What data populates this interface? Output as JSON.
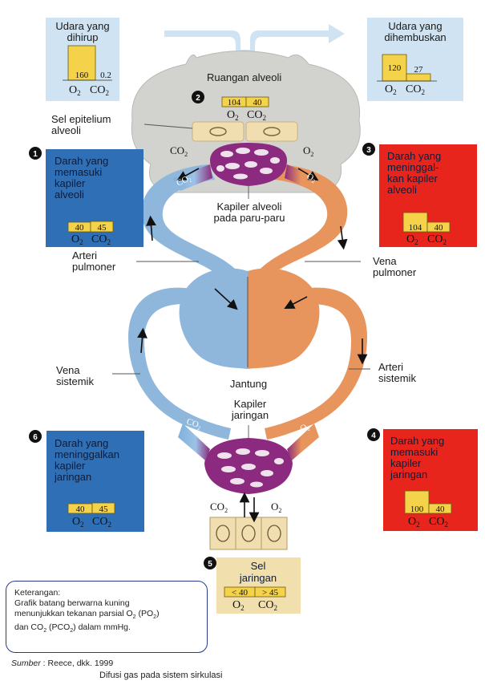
{
  "labels": {
    "inhaled_air": [
      "Udara yang",
      "dihirup"
    ],
    "exhaled_air": [
      "Udara yang",
      "dihembuskan"
    ],
    "alveolar_space": "Ruangan  alveoli",
    "epithelial_cell": [
      "Sel epitelium",
      "alveoli"
    ],
    "alveolar_capillary": [
      "Kapiler alveoli",
      "pada paru-paru"
    ],
    "pulmonary_artery": [
      "Arteri",
      "pulmoner"
    ],
    "pulmonary_vein": [
      "Vena",
      "pulmoner"
    ],
    "systemic_vein": [
      "Vena",
      "sistemik"
    ],
    "systemic_artery": [
      "Arteri",
      "sistemik"
    ],
    "heart": "Jantung",
    "tissue_capillary": [
      "Kapiler",
      "jaringan"
    ],
    "co2": "CO",
    "o2": "O",
    "sub2": "2"
  },
  "steps": [
    {
      "num": "1",
      "title": [
        "Darah yang",
        "memasuki",
        "kapiler",
        "alveoli"
      ],
      "o2": "40",
      "co2": "45",
      "color": "#2f6fb5"
    },
    {
      "num": "2",
      "title": [],
      "o2": "104",
      "co2": "40",
      "color": "#e6e6e0"
    },
    {
      "num": "3",
      "title": [
        "Darah yang",
        "meninggal-",
        "kan kapiler",
        "alveoli"
      ],
      "o2": "104",
      "co2": "40",
      "color": "#e8251d"
    },
    {
      "num": "4",
      "title": [
        "Darah yang",
        "memasuki",
        "kapiler",
        "jaringan"
      ],
      "o2": "100",
      "co2": "40",
      "color": "#e8251d"
    },
    {
      "num": "5",
      "title": [
        "Sel",
        "jaringan"
      ],
      "o2": "< 40",
      "co2": "> 45",
      "color": "#f2dfae"
    },
    {
      "num": "6",
      "title": [
        "Darah yang",
        "meninggalkan",
        "kapiler",
        "jaringan"
      ],
      "o2": "40",
      "co2": "45",
      "color": "#2f6fb5"
    }
  ],
  "inhaled": {
    "o2": "160",
    "co2": "0.2"
  },
  "exhaled": {
    "o2": "120",
    "co2": "27"
  },
  "note": {
    "title": "Keterangan:",
    "line1": "Grafik batang berwarna kuning",
    "line2a": "menunjukkan tekanan parsial O",
    "line2b": " (PO",
    "line2c": ")",
    "line3a": "dan CO",
    "line3b": " (PCO",
    "line3c": ") dalam mmHg."
  },
  "source": {
    "label": "Sumber",
    "text": " : Reece, dkk. 1999"
  },
  "caption": "Difusi gas pada sistem sirkulasi",
  "colors": {
    "blue_box": "#2f6fb5",
    "red_box": "#e8251d",
    "air_box": "#cfe3f2",
    "bar_yellow": "#f4d24a",
    "vessel_blue": "#8fb7dc",
    "vessel_orange": "#e8955d",
    "capillary_purple": "#8b2a7e",
    "alveolus_gray": "#d2d2cf",
    "cell_tan": "#f1deb0"
  }
}
